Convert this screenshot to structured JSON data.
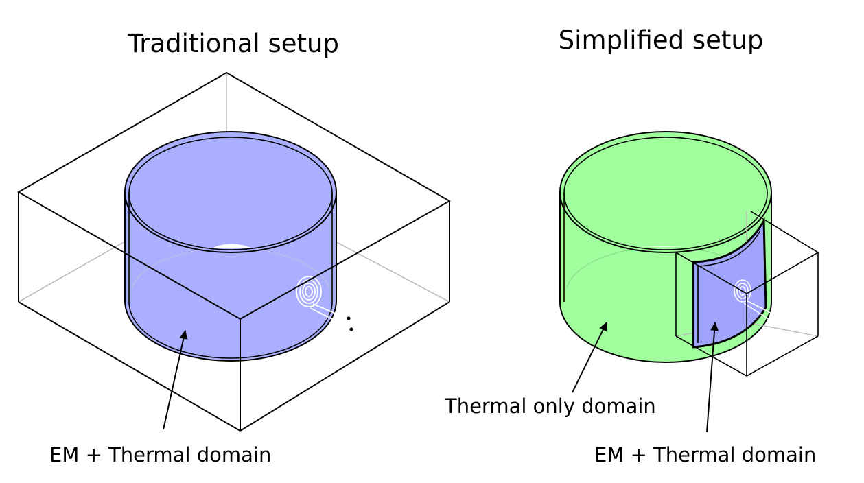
{
  "left_panel": {
    "title": "Traditional setup",
    "callout": "EM + Thermal domain"
  },
  "right_panel": {
    "title": "Simplified setup",
    "callout_thermal": "Thermal only domain",
    "callout_em": "EM + Thermal domain"
  },
  "colors": {
    "em_thermal_fill": "#aab0ff",
    "em_thermal_panel": "#a0a4fa",
    "thermal_fill": "#a0ff9c",
    "outline": "#000000",
    "hidden_edge": "#bdbdbd",
    "coil": "#ffffff"
  }
}
